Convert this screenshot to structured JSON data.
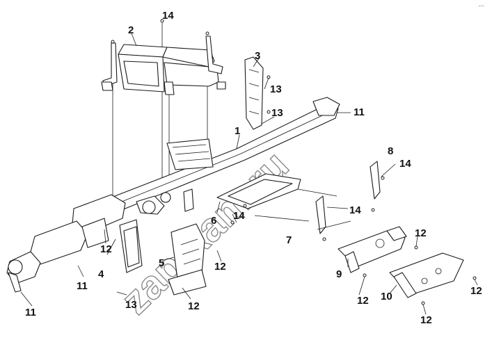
{
  "diagram": {
    "watermark": "zap-kam.ru",
    "corner_mark": "⌐—",
    "callouts": [
      {
        "id": "c1",
        "text": "1"
      },
      {
        "id": "c2",
        "text": "2"
      },
      {
        "id": "c3",
        "text": "3"
      },
      {
        "id": "c4",
        "text": "4"
      },
      {
        "id": "c5",
        "text": "5"
      },
      {
        "id": "c6",
        "text": "6"
      },
      {
        "id": "c7",
        "text": "7"
      },
      {
        "id": "c8",
        "text": "8"
      },
      {
        "id": "c9",
        "text": "9"
      },
      {
        "id": "c10",
        "text": "10"
      },
      {
        "id": "c11a",
        "text": "11"
      },
      {
        "id": "c11b",
        "text": "11"
      },
      {
        "id": "c11c",
        "text": "11"
      },
      {
        "id": "c12a",
        "text": "12"
      },
      {
        "id": "c12b",
        "text": "12"
      },
      {
        "id": "c12c",
        "text": "12"
      },
      {
        "id": "c12d",
        "text": "12"
      },
      {
        "id": "c12e",
        "text": "12"
      },
      {
        "id": "c12f",
        "text": "12"
      },
      {
        "id": "c12g",
        "text": "12"
      },
      {
        "id": "c13a",
        "text": "13"
      },
      {
        "id": "c13b",
        "text": "13"
      },
      {
        "id": "c13c",
        "text": "13"
      },
      {
        "id": "c14a",
        "text": "14"
      },
      {
        "id": "c14b",
        "text": "14"
      },
      {
        "id": "c14c",
        "text": "14"
      },
      {
        "id": "c14d",
        "text": "14"
      }
    ]
  }
}
